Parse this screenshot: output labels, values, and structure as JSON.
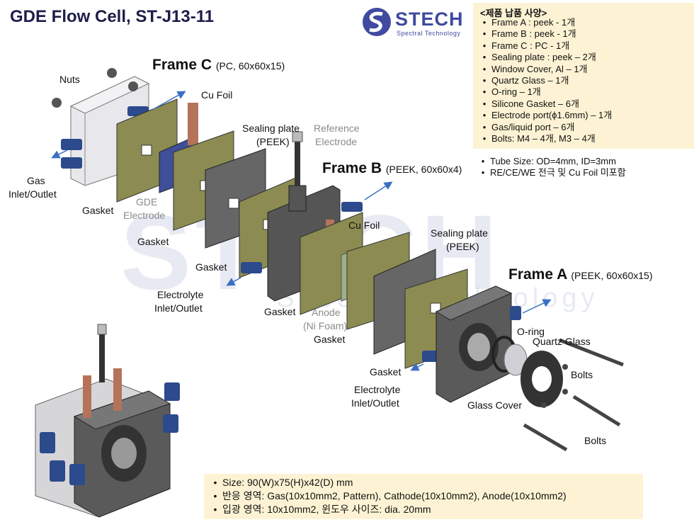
{
  "title": "GDE Flow Cell, ST-J13-11",
  "logo": {
    "name": "STECH",
    "tagline": "Spectral Technology"
  },
  "watermark": {
    "main": "STECH",
    "sub": "Spectral Technology"
  },
  "spec_box": {
    "heading": "<제품 납품 사양>",
    "items": [
      "Frame A : peek - 1개",
      "Frame B : peek - 1개",
      "Frame C : PC - 1개",
      "Sealing plate : peek – 2개",
      "Window Cover, Al – 1개",
      "Quartz Glass – 1개",
      "O-ring  – 1개",
      "Silicone Gasket – 6개",
      "Electrode port(ϕ1.6mm) – 1개",
      "Gas/liquid port – 6개",
      "Bolts: M4 – 4개, M3 – 4개"
    ]
  },
  "extra_specs": [
    "Tube Size: OD=4mm, ID=3mm",
    "RE/CE/WE 전극 및 Cu Foil 미포함"
  ],
  "bottom_specs": [
    "Size: 90(W)x75(H)x42(D) mm",
    "반응 영역: Gas(10x10mm2, Pattern), Cathode(10x10mm2), Anode(10x10mm2)",
    "입광 영역: 10x10mm2, 윈도우 사이즈: dia. 20mm"
  ],
  "frames": {
    "c": {
      "name": "Frame C",
      "spec": "(PC, 60x60x15)"
    },
    "b": {
      "name": "Frame B",
      "spec": "(PEEK, 60x60x4)"
    },
    "a": {
      "name": "Frame A",
      "spec": "(PEEK, 60x60x15)"
    }
  },
  "labels": {
    "nuts": "Nuts",
    "cu_foil_1": "Cu Foil",
    "gas_inlet_1": "Gas",
    "gas_inlet_2": "Inlet/Outlet",
    "sealing_1a": "Sealing plate",
    "sealing_1b": "(PEEK)",
    "reference_1": "Reference",
    "reference_2": "Electrode",
    "gasket_1": "Gasket",
    "gde_1": "GDE",
    "gde_2": "Electrode",
    "gasket_2": "Gasket",
    "gasket_3": "Gasket",
    "electrolyte_1a": "Electrolyte",
    "electrolyte_1b": "Inlet/Outlet",
    "cu_foil_2": "Cu Foil",
    "sealing_2a": "Sealing plate",
    "sealing_2b": "(PEEK)",
    "gasket_4": "Gasket",
    "anode_1": "Anode",
    "anode_2": "(Ni Foam)",
    "gasket_5": "Gasket",
    "gasket_6": "Gasket",
    "electrolyte_2a": "Electrolyte",
    "electrolyte_2b": "Inlet/Outlet",
    "o_ring": "O-ring",
    "quartz": "Quartz Glass",
    "bolts_1": "Bolts",
    "glass_cover": "Glass Cover",
    "bolts_2": "Bolts"
  },
  "colors": {
    "title": "#1e1e4a",
    "brand": "#3f4aa0",
    "spec_bg": "#fdf3d4",
    "gasket": "#8c8c52",
    "dark_plate": "#555555",
    "fitting": "#2c4a8c",
    "copper": "#b5735a",
    "arrow": "#3a6fc4"
  },
  "icons": [
    "stech-logo-icon",
    "flow-arrow-icon",
    "fitting-icon",
    "bolt-icon",
    "nut-icon"
  ]
}
